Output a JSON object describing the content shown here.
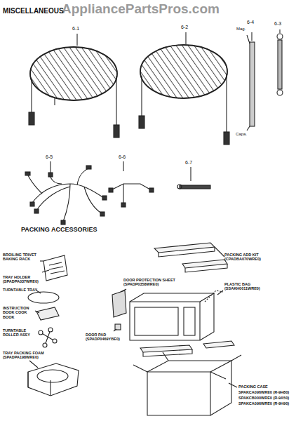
{
  "diagram": {
    "labels": [
      "AppliancePartsPros.com",
      "MISCELLANEOUS",
      "6-1",
      "6-2",
      "Mag.",
      "6-4",
      "6-3",
      "Capa.",
      "6-5",
      "6-6",
      "6-7",
      "PACKING ACCESSORIES",
      "BROILING TRIVET BAKING RACK",
      "TRAY HOLDER (SPADPA037WRE0)",
      "TURNTABLE TRAY",
      "INSTRUCTION BOOK COOK BOOK",
      "TURNTABLE ROLLER ASSY",
      "TRAY PACKING FOAM (SPADPA198WRE0)",
      "DOOR PROTECTION SHEET (SPADP0358WRE0)",
      "DOOR PAD (SPADP0469YBE0)",
      "PACKING ADD KIT (CPADBA070WRE0)",
      "PLASTIC BAG (SSAKH0011WRE0)",
      "PACKING CASE",
      "SPAKCA096WRE0 (R-9H80)",
      "SPAKCB000WRE0 (R-9A50)",
      "SPAKCA096WRE0 (R-9H90)"
    ]
  }
}
